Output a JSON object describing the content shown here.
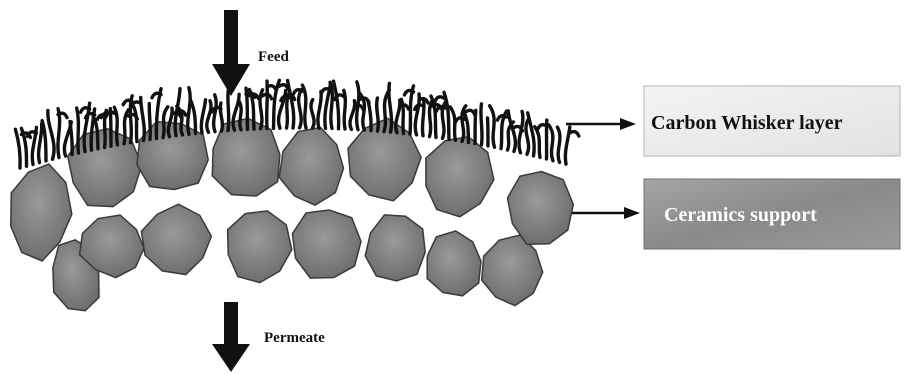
{
  "labels": {
    "feed": "Feed",
    "permeate": "Permeate",
    "whisker_layer": "Carbon Whisker layer",
    "ceramics_support": "Ceramics support"
  },
  "colors": {
    "grain_fill": "#7d7d7d",
    "grain_stroke": "#3a3a3a",
    "whisker": "#111111",
    "arrow": "#111111",
    "whisker_box_fill": "#ececec",
    "whisker_box_text": "#111111",
    "support_box_fill": "#8e8e8e",
    "support_box_text": "#ffffff"
  }
}
